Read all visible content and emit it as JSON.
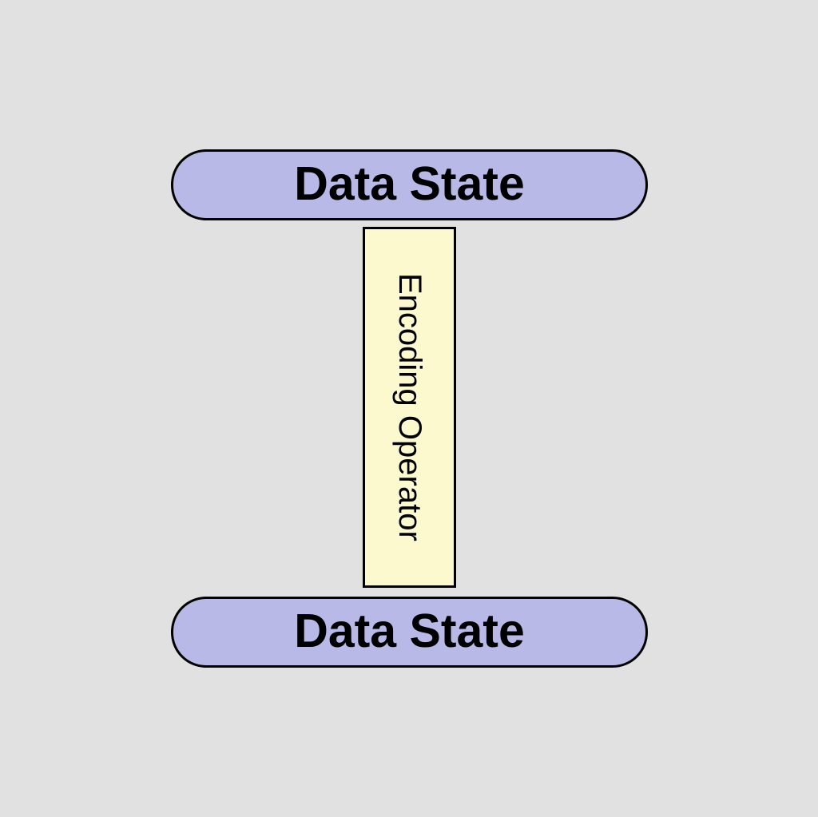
{
  "diagram": {
    "title": "data state encoding diagram",
    "background_color": "#e1e1e1",
    "border_color": "#000000",
    "text_color": "#000000",
    "nodes": {
      "top_state": {
        "label": "Data State",
        "shape": "stadium",
        "fill": "#b8b9e6"
      },
      "operator": {
        "label": "Encoding Operator",
        "shape": "rectangle",
        "fill": "#fdf9cf",
        "text_rotation": "90deg-clockwise"
      },
      "bottom_state": {
        "label": "Data State",
        "shape": "stadium",
        "fill": "#b8b9e6"
      }
    }
  }
}
